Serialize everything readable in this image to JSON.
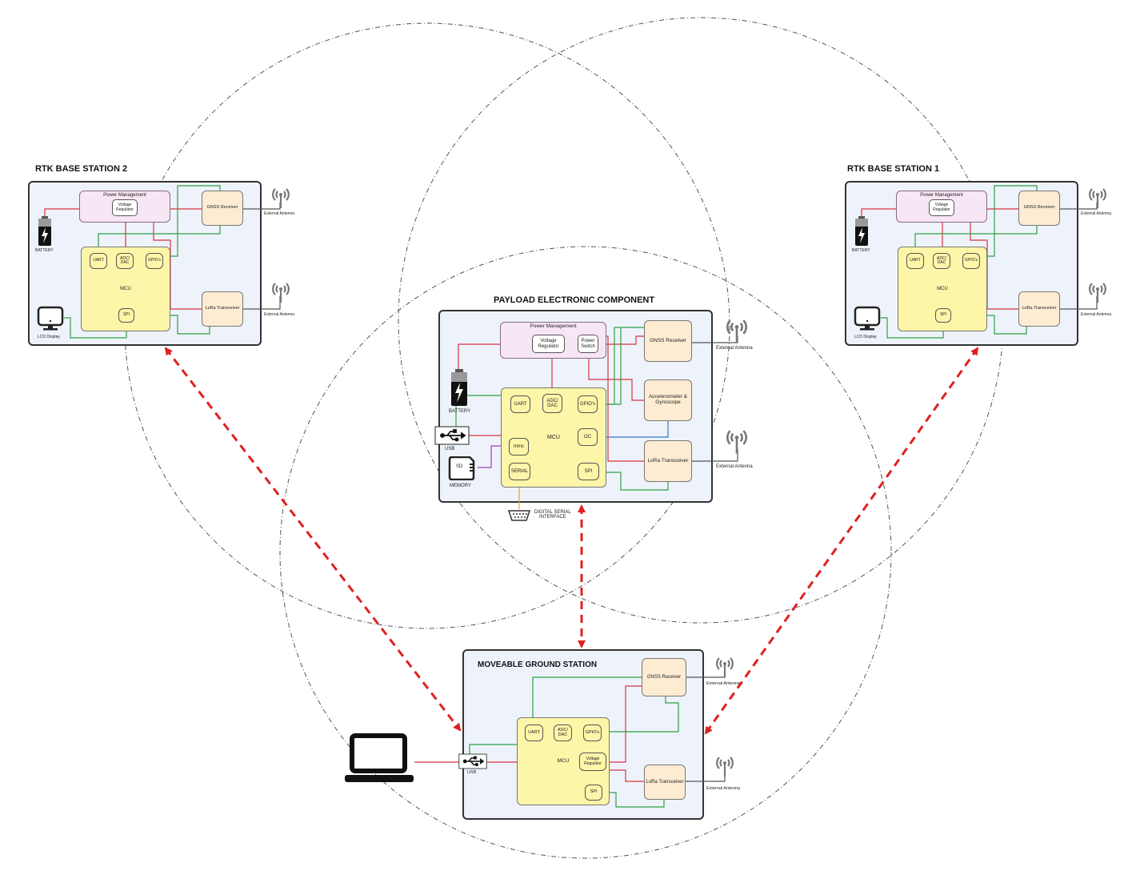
{
  "stations": {
    "base2": {
      "title": "RTK BASE STATION 2",
      "power_management": "Power Management",
      "voltage_regulator": "Voltage\nRegulator",
      "gnss": "GNSS Receiver",
      "lora": "LoRa Transceiver",
      "mcu": "MCU",
      "uart": "UART",
      "adc": "ADC/\nDAC",
      "gpio": "GPIO's",
      "spi": "SPI",
      "battery": "BATTERY",
      "lcd": "LCD Display",
      "antenna1": "External Antenna",
      "antenna2": "External Antenna"
    },
    "base1": {
      "title": "RTK BASE STATION 1",
      "power_management": "Power Management",
      "voltage_regulator": "Voltage\nRegulator",
      "gnss": "GNSS Receiver",
      "lora": "LoRa Transceiver",
      "mcu": "MCU",
      "uart": "UART",
      "adc": "ADC/\nDAC",
      "gpio": "GPIO's",
      "spi": "SPI",
      "battery": "BATTERY",
      "lcd": "LCD Display",
      "antenna1": "External Antenna",
      "antenna2": "External Antenna"
    },
    "payload": {
      "title": "PAYLOAD ELECTRONIC COMPONENT",
      "power_management": "Power Management",
      "voltage_regulator": "Voltage\nRegulator",
      "power_switch": "Power\nSwitch",
      "gnss": "GNSS Receiver",
      "accel": "Accelerometer &\nGyroscope",
      "lora": "LoRa Transceiver",
      "mcu": "MCU",
      "uart": "UART",
      "adc": "ADC/\nDAC",
      "gpio": "GPIO's",
      "i2c": "I2C",
      "mmc": "mmc",
      "serial": "SERIAL",
      "spi": "SPI",
      "battery": "BATTERY",
      "usb": "USB",
      "memory": "MEMORY",
      "sd": "SD",
      "serial_interface": "DIGITAL SERIAL\nINTERFACE",
      "antenna1": "External Antenna",
      "antenna2": "External Antenna"
    },
    "ground": {
      "title": "MOVEABLE GROUND STATION",
      "gnss": "GNSS Receiver",
      "lora": "LoRa Transceiver",
      "mcu": "MCU",
      "uart": "UART",
      "adc": "ADC/\nDAC",
      "gpio": "GPIO's",
      "voltage_regulator": "Voltage\nRegulator",
      "spi": "SPI",
      "usb": "USB",
      "antenna1": "External Antenna",
      "antenna2": "External Antenna"
    }
  },
  "colors": {
    "power_line": "#d9333f",
    "data_line": "#2ea043",
    "i2c_line": "#3a78c9",
    "mmc_line": "#a040c0",
    "serial_line": "#f0a020",
    "link_arrow": "#e02020",
    "coverage_circle": "#555555",
    "station_fill": "#eef3fb",
    "mcu_fill": "#fdf5a8",
    "module_fill": "#fdecd2",
    "power_mgmt_fill": "#f7e6f4"
  },
  "icons": [
    "antenna-icon",
    "battery-icon",
    "lcd-display-icon",
    "usb-icon",
    "sd-card-icon",
    "serial-port-icon",
    "laptop-icon"
  ]
}
